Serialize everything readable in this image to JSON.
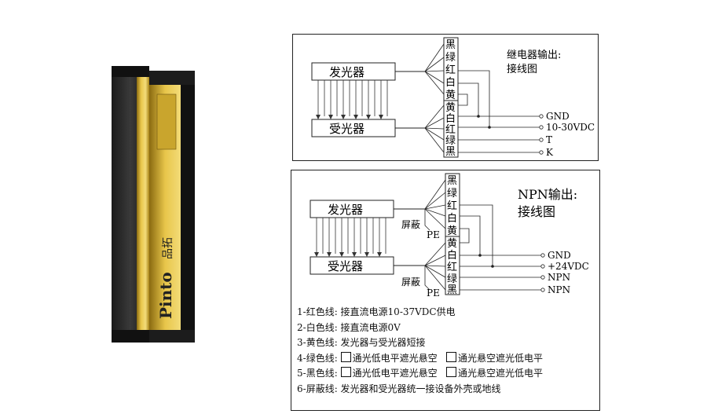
{
  "diagram1": {
    "emitter": "发光器",
    "receiver": "受光器",
    "title_line1": "继电器输出:",
    "title_line2": "接线图",
    "top_colors": [
      "黑",
      "绿",
      "红",
      "白",
      "黄"
    ],
    "bottom_colors": [
      "黄",
      "白",
      "红",
      "绿",
      "黑"
    ],
    "terminals": [
      "GND",
      "10-30VDC",
      "T",
      "K"
    ]
  },
  "diagram2": {
    "emitter": "发光器",
    "receiver": "受光器",
    "title_line1": "NPN输出:",
    "title_line2": "接线图",
    "top_colors": [
      "黑",
      "绿",
      "红",
      "白",
      "黄"
    ],
    "bottom_colors": [
      "黄",
      "白",
      "红",
      "绿",
      "黑"
    ],
    "shield": "屏蔽",
    "pe": "PE",
    "terminals": [
      "GND",
      "+24VDC",
      "NPN",
      "NPN"
    ]
  },
  "legend": {
    "line1": "1-红色线: 接直流电源10-37VDC供电",
    "line2": "2-白色线: 接直流电源0V",
    "line3": "3-黄色线: 发光器与受光器短接",
    "line4_prefix": "4-绿色线:",
    "line5_prefix": "5-黑色线:",
    "opt_a": "通光低电平遮光悬空",
    "opt_b": "通光悬空遮光低电平",
    "line6": "6-屏蔽线: 发光器和受光器统一接设备外壳或地线"
  },
  "product": {
    "brand": "Pinto",
    "brand_cn": "品拓"
  }
}
